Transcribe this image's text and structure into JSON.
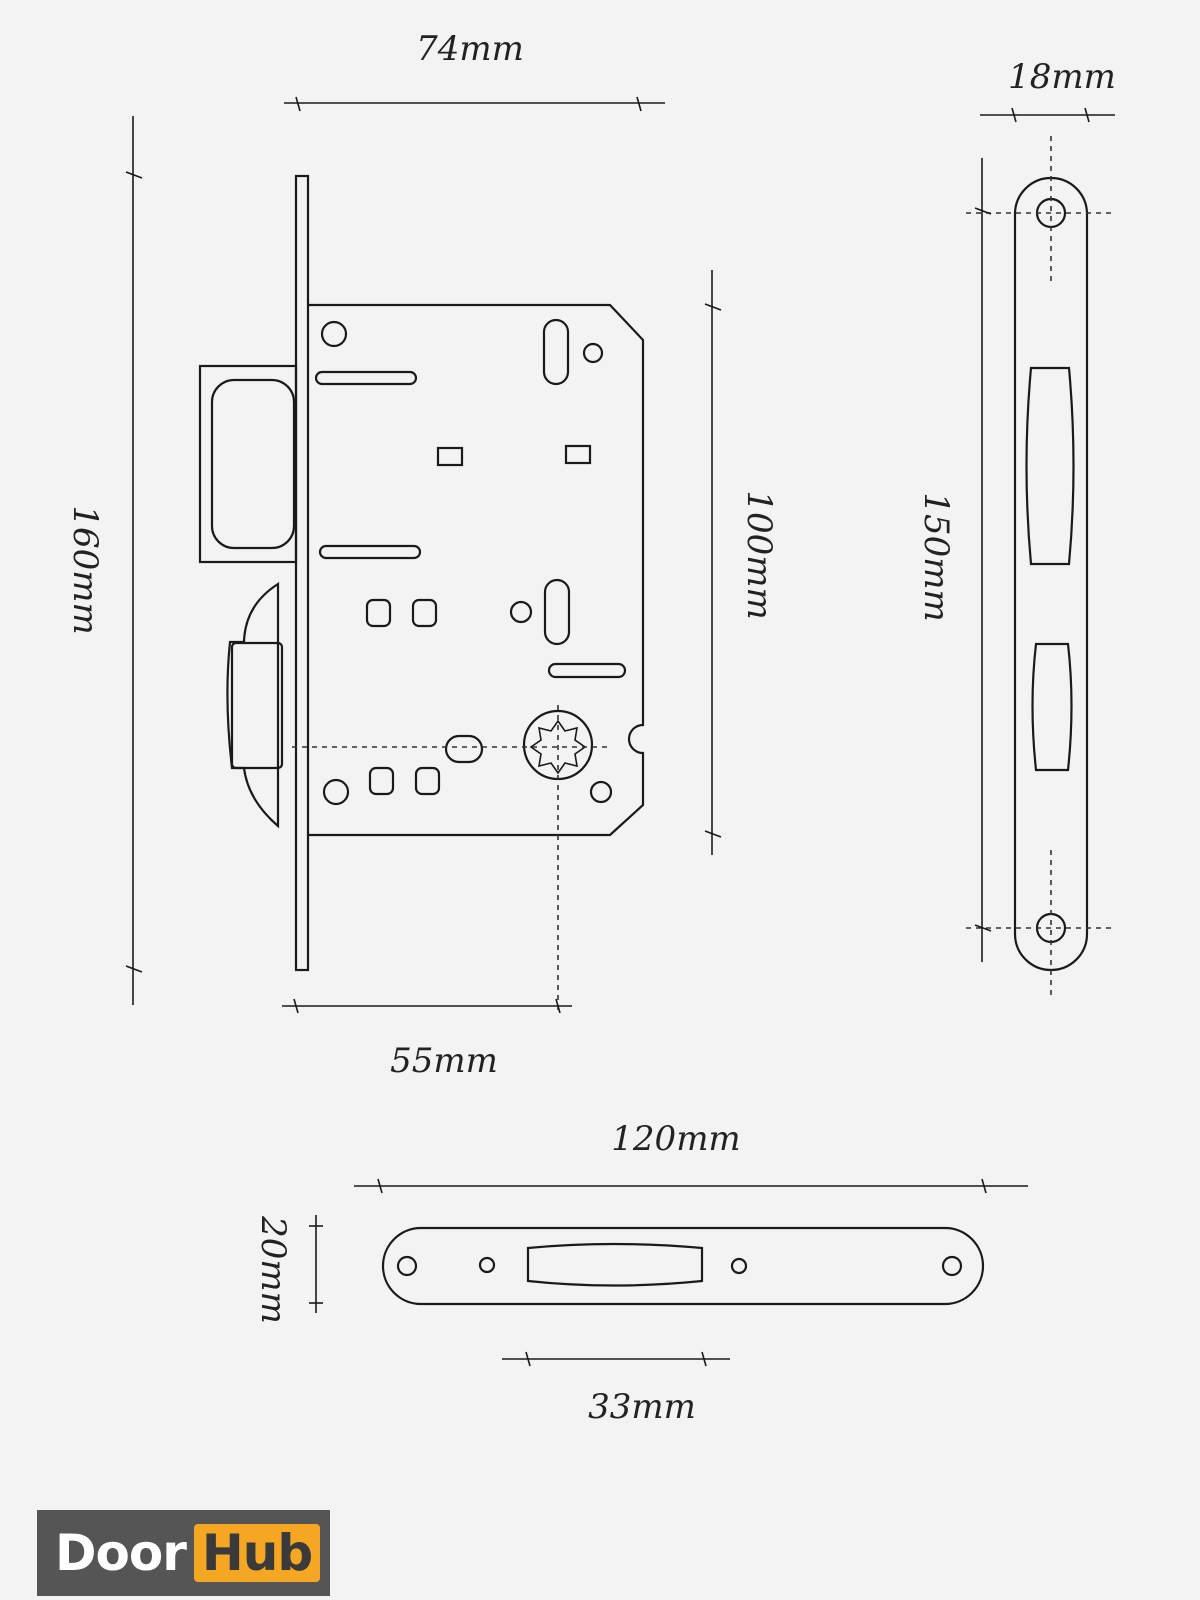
{
  "dimensions": {
    "width_74": "74mm",
    "width_18": "18mm",
    "height_160": "160mm",
    "height_100": "100mm",
    "height_150": "150mm",
    "backset_55": "55mm",
    "length_120": "120mm",
    "height_20": "20mm",
    "slot_33": "33mm"
  },
  "logo": {
    "word1": "Door",
    "word2": "Hub",
    "accent_color": "#f5a623",
    "bg_color": "#555555"
  }
}
